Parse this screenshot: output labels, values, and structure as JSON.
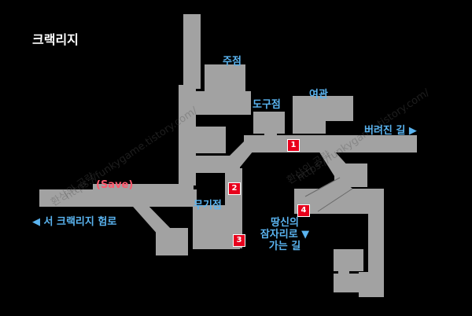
{
  "map": {
    "title": "크랙리지",
    "floor_color": "#a2a2a2",
    "background_color": "#000000",
    "label_color": "#5ab4f0",
    "save_color": "#ff5a6e",
    "marker_color": "#e8001c"
  },
  "labels": {
    "tavern": "주점",
    "tool_shop": "도구점",
    "inn": "여관",
    "abandoned_road": "버려진 길 ▶",
    "save": "(Save)",
    "weapon_shop": "무기점",
    "west_road": "◀ 서 크랙리지 험로",
    "mole_nest_line1": "땅신의",
    "mole_nest_line2": "잠자리로 ▼",
    "mole_nest_line3": "가는 길"
  },
  "markers": [
    "1",
    "2",
    "3",
    "4"
  ],
  "watermark": {
    "text1": "환상의 공략",
    "text2": "https://funkygame.tistory.com/"
  }
}
